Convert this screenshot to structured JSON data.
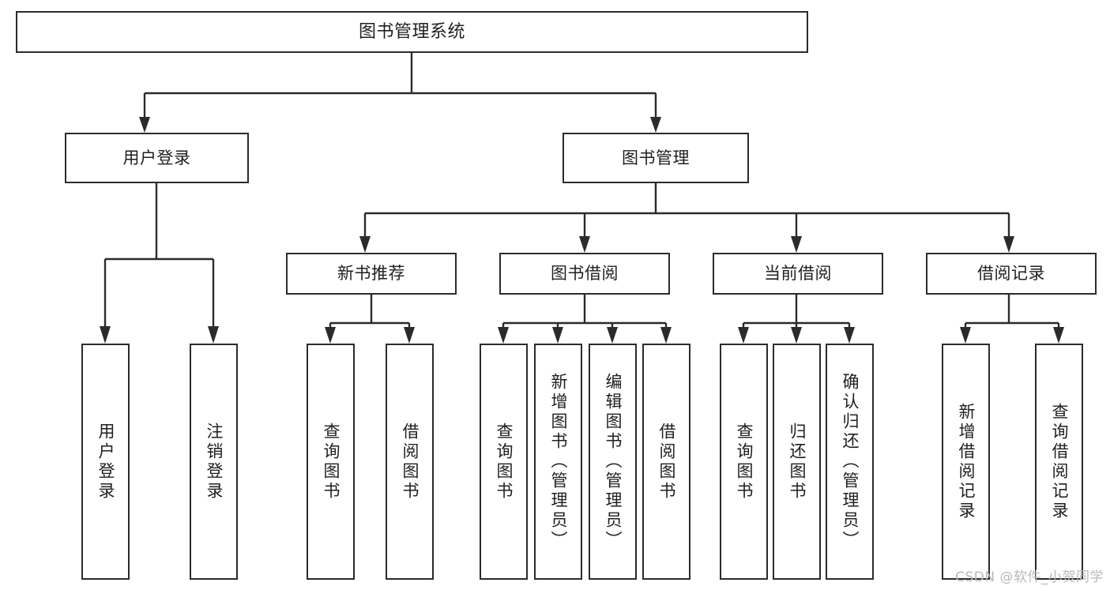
{
  "diagram": {
    "title": "图书管理系统",
    "type": "tree-hierarchy-chart",
    "watermark": "CSDN @软件_小贺同学",
    "colors": {
      "stroke": "#2b2b2b",
      "box_fill": "#ffffff",
      "text": "#1f1f1f",
      "watermark": "#b9b9b9",
      "background": "#ffffff"
    },
    "nodes": {
      "root": {
        "label": "图书管理系统"
      },
      "level2": [
        {
          "label": "用户登录"
        },
        {
          "label": "图书管理"
        }
      ],
      "level3": [
        {
          "label": "新书推荐"
        },
        {
          "label": "图书借阅"
        },
        {
          "label": "当前借阅"
        },
        {
          "label": "借阅记录"
        }
      ],
      "leaves_user_login": [
        {
          "label": "用户登录"
        },
        {
          "label": "注销登录"
        }
      ],
      "leaves_new_book": [
        {
          "label": "查询图书"
        },
        {
          "label": "借阅图书"
        }
      ],
      "leaves_borrow": [
        {
          "label": "查询图书"
        },
        {
          "label": "新增图书（管理员）"
        },
        {
          "label": "编辑图书（管理员）"
        },
        {
          "label": "借阅图书"
        }
      ],
      "leaves_current": [
        {
          "label": "查询图书"
        },
        {
          "label": "归还图书"
        },
        {
          "label": "确认归还（管理员）"
        }
      ],
      "leaves_records": [
        {
          "label": "新增借阅记录"
        },
        {
          "label": "查询借阅记录"
        }
      ]
    }
  }
}
